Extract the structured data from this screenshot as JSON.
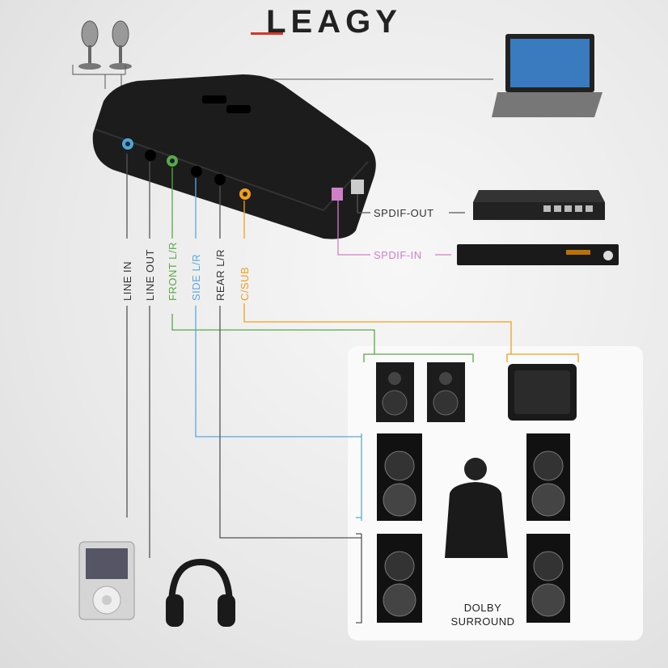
{
  "brand": {
    "logo_text": "LEAGY",
    "logo_color": "#d9362b"
  },
  "jacks": [
    {
      "label": "LINE IN",
      "color": "#4aa8d8"
    },
    {
      "label": "LINE OUT",
      "color": "#222222"
    },
    {
      "label": "FRONT L/R",
      "color": "#5aa846"
    },
    {
      "label": "SIDE L/R",
      "color": "#5aa8e0"
    },
    {
      "label": "REAR L/R",
      "color": "#444444"
    },
    {
      "label": "C/SUB",
      "color": "#f0a020"
    }
  ],
  "spdif": {
    "out_label": "SPDIF-OUT",
    "out_color": "#555555",
    "in_label": "SPDIF-IN",
    "in_color": "#d080c8"
  },
  "surround": {
    "line1": "DOLBY",
    "line2": "SURROUND"
  },
  "devices": [
    "microphone-icon",
    "laptop-icon",
    "router-icon",
    "dvd-player-icon",
    "mp3-player-icon",
    "headphones-icon",
    "speaker-icon",
    "subwoofer-icon"
  ]
}
